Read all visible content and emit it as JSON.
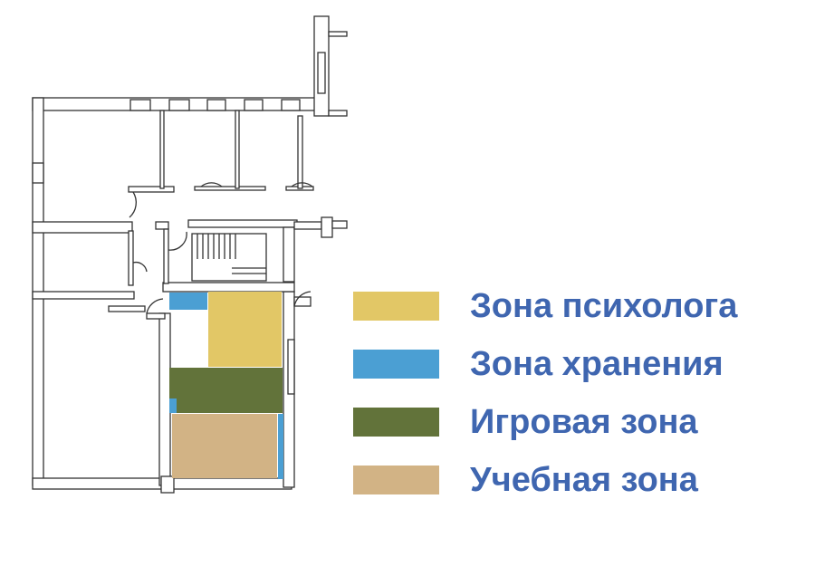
{
  "legend": [
    {
      "label": "Зона психолога",
      "color": "#e2c766"
    },
    {
      "label": "Зона хранения",
      "color": "#4b9fd3"
    },
    {
      "label": "Игровая зона",
      "color": "#62733a"
    },
    {
      "label": "Учебная зона",
      "color": "#d2b385"
    }
  ]
}
